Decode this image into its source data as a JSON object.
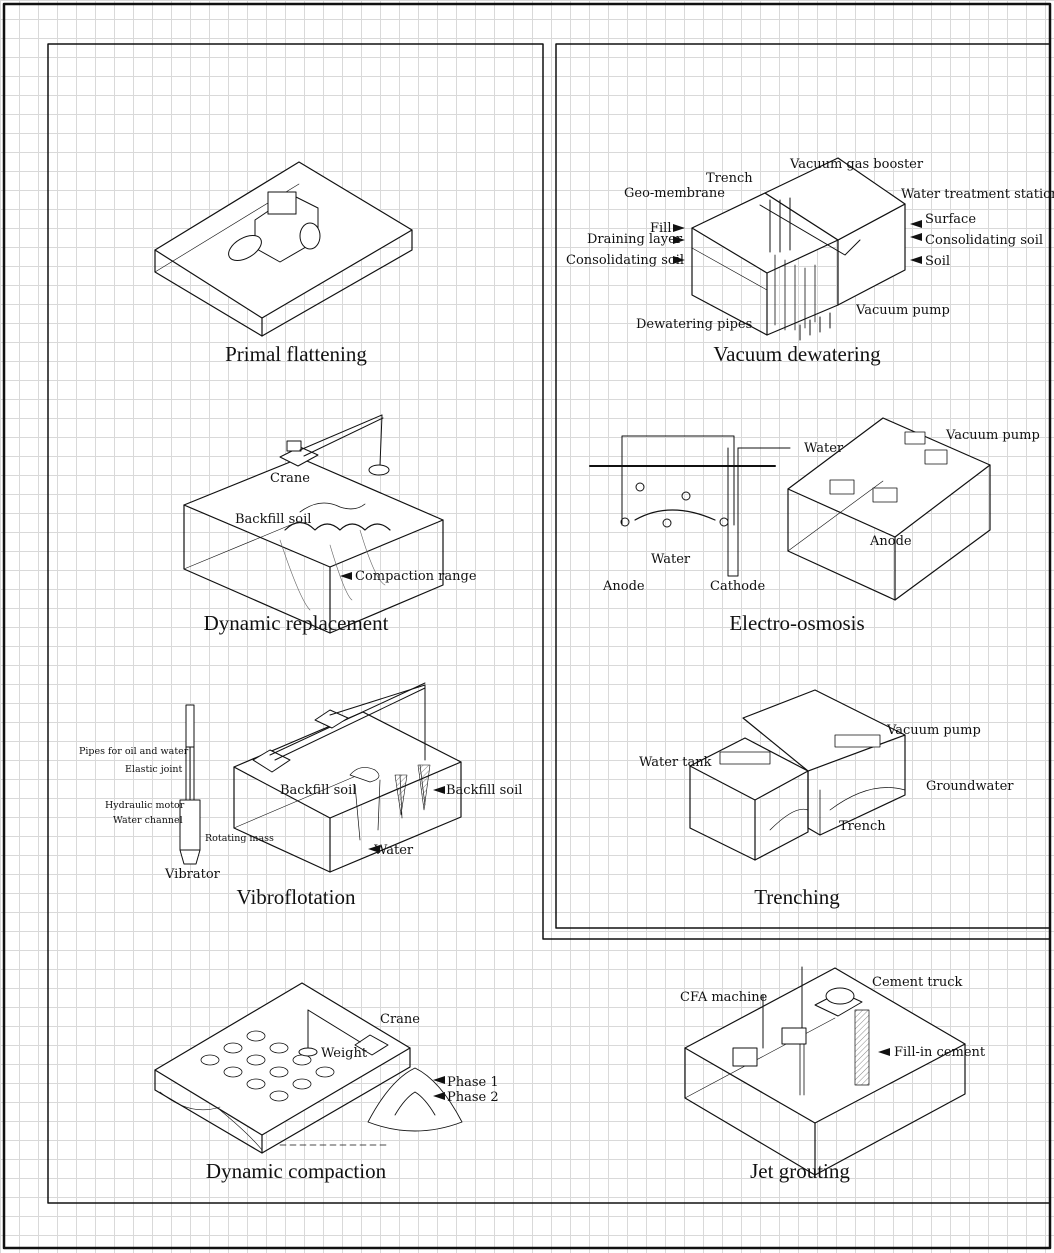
{
  "titles": {
    "primal_flattening": "Primal flattening",
    "dynamic_replacement": "Dynamic replacement",
    "vibroflotation": "Vibroflotation",
    "dynamic_compaction": "Dynamic compaction",
    "vacuum_dewatering": "Vacuum dewatering",
    "electro_osmosis": "Electro-osmosis",
    "trenching": "Trenching",
    "jet_grouting": "Jet grouting"
  },
  "labels": {
    "dr_crane": "Crane",
    "dr_backfill": "Backfill soil",
    "dr_compaction": "Compaction range",
    "vf_pipes": "Pipes for oil and water",
    "vf_elastic": "Elastic joint",
    "vf_hydraulic": "Hydraulic motor",
    "vf_channel": "Water channel",
    "vf_rotating": "Rotating mass",
    "vf_vibrator": "Vibrator",
    "vf_backfill_left": "Backfill soil",
    "vf_backfill_right": "Backfill soil",
    "vf_water": "Water",
    "dc_crane": "Crane",
    "dc_weight": "Weight",
    "dc_phase1": "Phase 1",
    "dc_phase2": "Phase 2",
    "vd_trench": "Trench",
    "vd_booster": "Vacuum gas booster",
    "vd_geomembrane": "Geo-membrane",
    "vd_treatment": "Water treatment station",
    "vd_fill": "Fill",
    "vd_draining": "Draining layer",
    "vd_consolidating_left": "Consolidating soil",
    "vd_surface": "Surface",
    "vd_consolidating_right": "Consolidating soil",
    "vd_soil": "Soil",
    "vd_pipes": "Dewatering pipes",
    "vd_pump": "Vacuum pump",
    "eo_water_top": "Water",
    "eo_pump": "Vacuum pump",
    "eo_water_mid": "Water",
    "eo_anode_left": "Anode",
    "eo_cathode": "Cathode",
    "eo_anode_right": "Anode",
    "tr_pump": "Vacuum pump",
    "tr_tank": "Water tank",
    "tr_groundwater": "Groundwater",
    "tr_trench": "Trench",
    "jg_cfa": "CFA machine",
    "jg_truck": "Cement truck",
    "jg_cement": "Fill-in cement"
  }
}
